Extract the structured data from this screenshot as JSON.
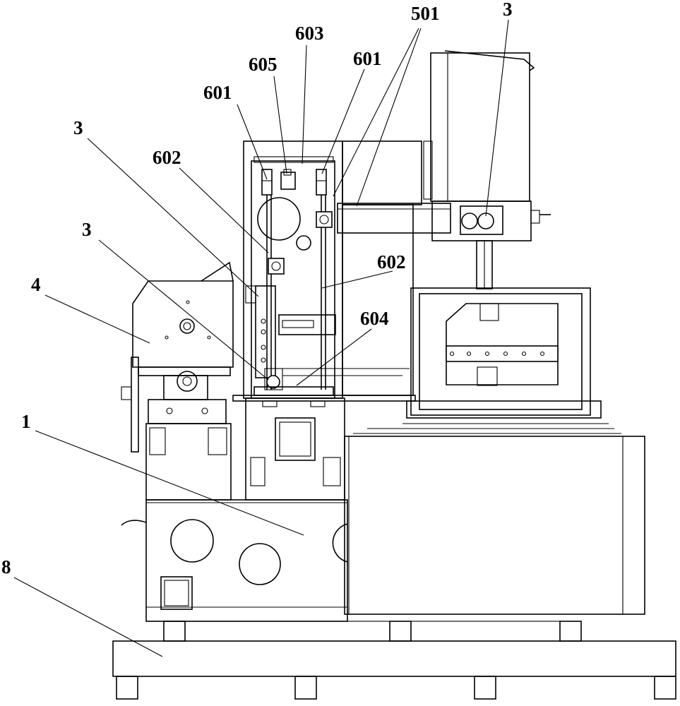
{
  "labels": {
    "l501": "501",
    "l3_top_right": "3",
    "l603": "603",
    "l605": "605",
    "l601_left": "601",
    "l601_right": "601",
    "l3_upper_left": "3",
    "l602_upper": "602",
    "l3_lower_left": "3",
    "l4": "4",
    "l602_right": "602",
    "l604": "604",
    "l1": "1",
    "l8": "8"
  }
}
